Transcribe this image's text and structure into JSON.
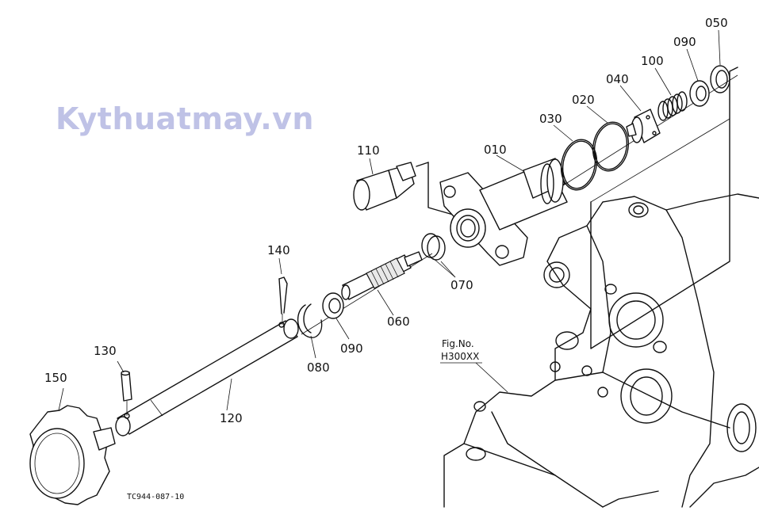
{
  "watermark": "Kythuatmay.vn",
  "figure_ref": {
    "label": "Fig.No.",
    "number": "H300XX"
  },
  "drawing_code": "TC944-087-10",
  "parts": [
    {
      "id": "050"
    },
    {
      "id": "090"
    },
    {
      "id": "100"
    },
    {
      "id": "040"
    },
    {
      "id": "020"
    },
    {
      "id": "030"
    },
    {
      "id": "010"
    },
    {
      "id": "110"
    },
    {
      "id": "140"
    },
    {
      "id": "070"
    },
    {
      "id": "060"
    },
    {
      "id": "080"
    },
    {
      "id": "090"
    },
    {
      "id": "130"
    },
    {
      "id": "150"
    },
    {
      "id": "120"
    }
  ]
}
